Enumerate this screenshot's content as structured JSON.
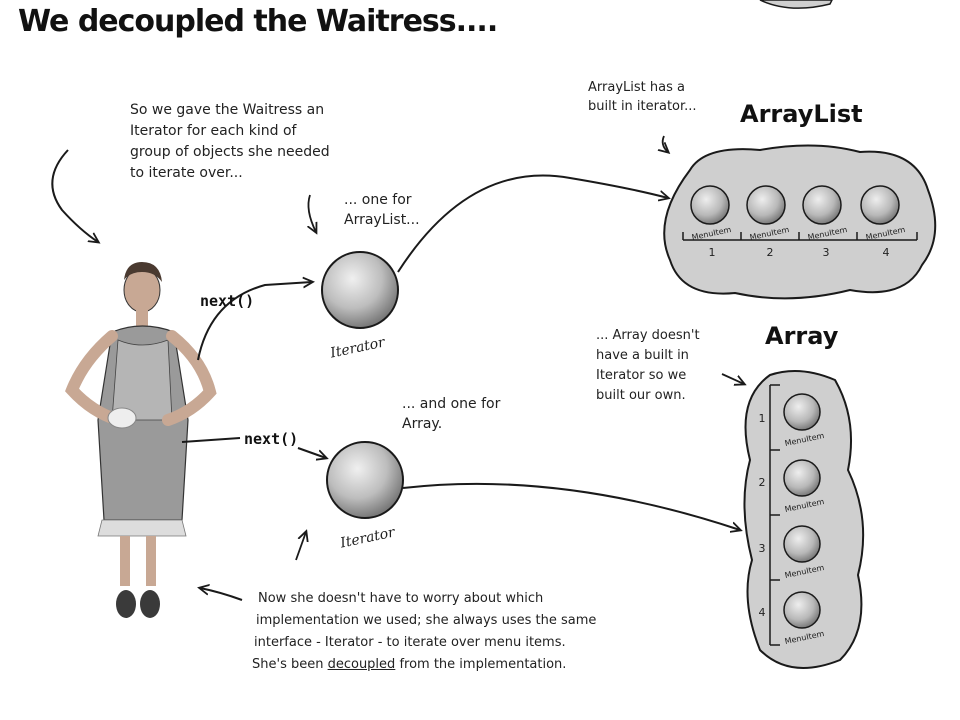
{
  "title": "We decoupled the Waitress....",
  "notes": {
    "gave_iterator": "So we gave the Waitress an\nIterator for each kind of\ngroup of objects she needed\nto iterate over...",
    "one_for_arraylist": "... one for\nArrayList...",
    "and_one_for_array": "... and one for\nArray.",
    "arraylist_builtin": "ArrayList has a\nbuilt in iterator...",
    "array_not_builtin": "... Array doesn't\nhave a built in\nIterator so we\nbuilt our own.",
    "bottom_line1": "Now she doesn't have to worry about which",
    "bottom_line2": "implementation we used; she always uses the same",
    "bottom_line3": "interface - Iterator - to iterate over menu items.",
    "bottom_line4_pre": "She's been ",
    "bottom_line4_em": "decoupled",
    "bottom_line4_post": " from the implementation."
  },
  "headings": {
    "arraylist": "ArrayList",
    "array": "Array"
  },
  "calls": {
    "next_top": "next()",
    "next_bottom": "next()"
  },
  "iterators": {
    "top_label": "Iterator",
    "bottom_label": "Iterator"
  },
  "arraylist_items": [
    {
      "label": "MenuItem",
      "index": "1"
    },
    {
      "label": "MenuItem",
      "index": "2"
    },
    {
      "label": "MenuItem",
      "index": "3"
    },
    {
      "label": "MenuItem",
      "index": "4"
    }
  ],
  "array_items": [
    {
      "label": "MenuItem",
      "index": "1"
    },
    {
      "label": "MenuItem",
      "index": "2"
    },
    {
      "label": "MenuItem",
      "index": "3"
    },
    {
      "label": "MenuItem",
      "index": "4"
    }
  ],
  "colors": {
    "ink": "#1a1a1a",
    "blob_fill": "#cfcfcf",
    "sphere_light": "#e6e6e6",
    "sphere_dark": "#8a8a8a"
  }
}
